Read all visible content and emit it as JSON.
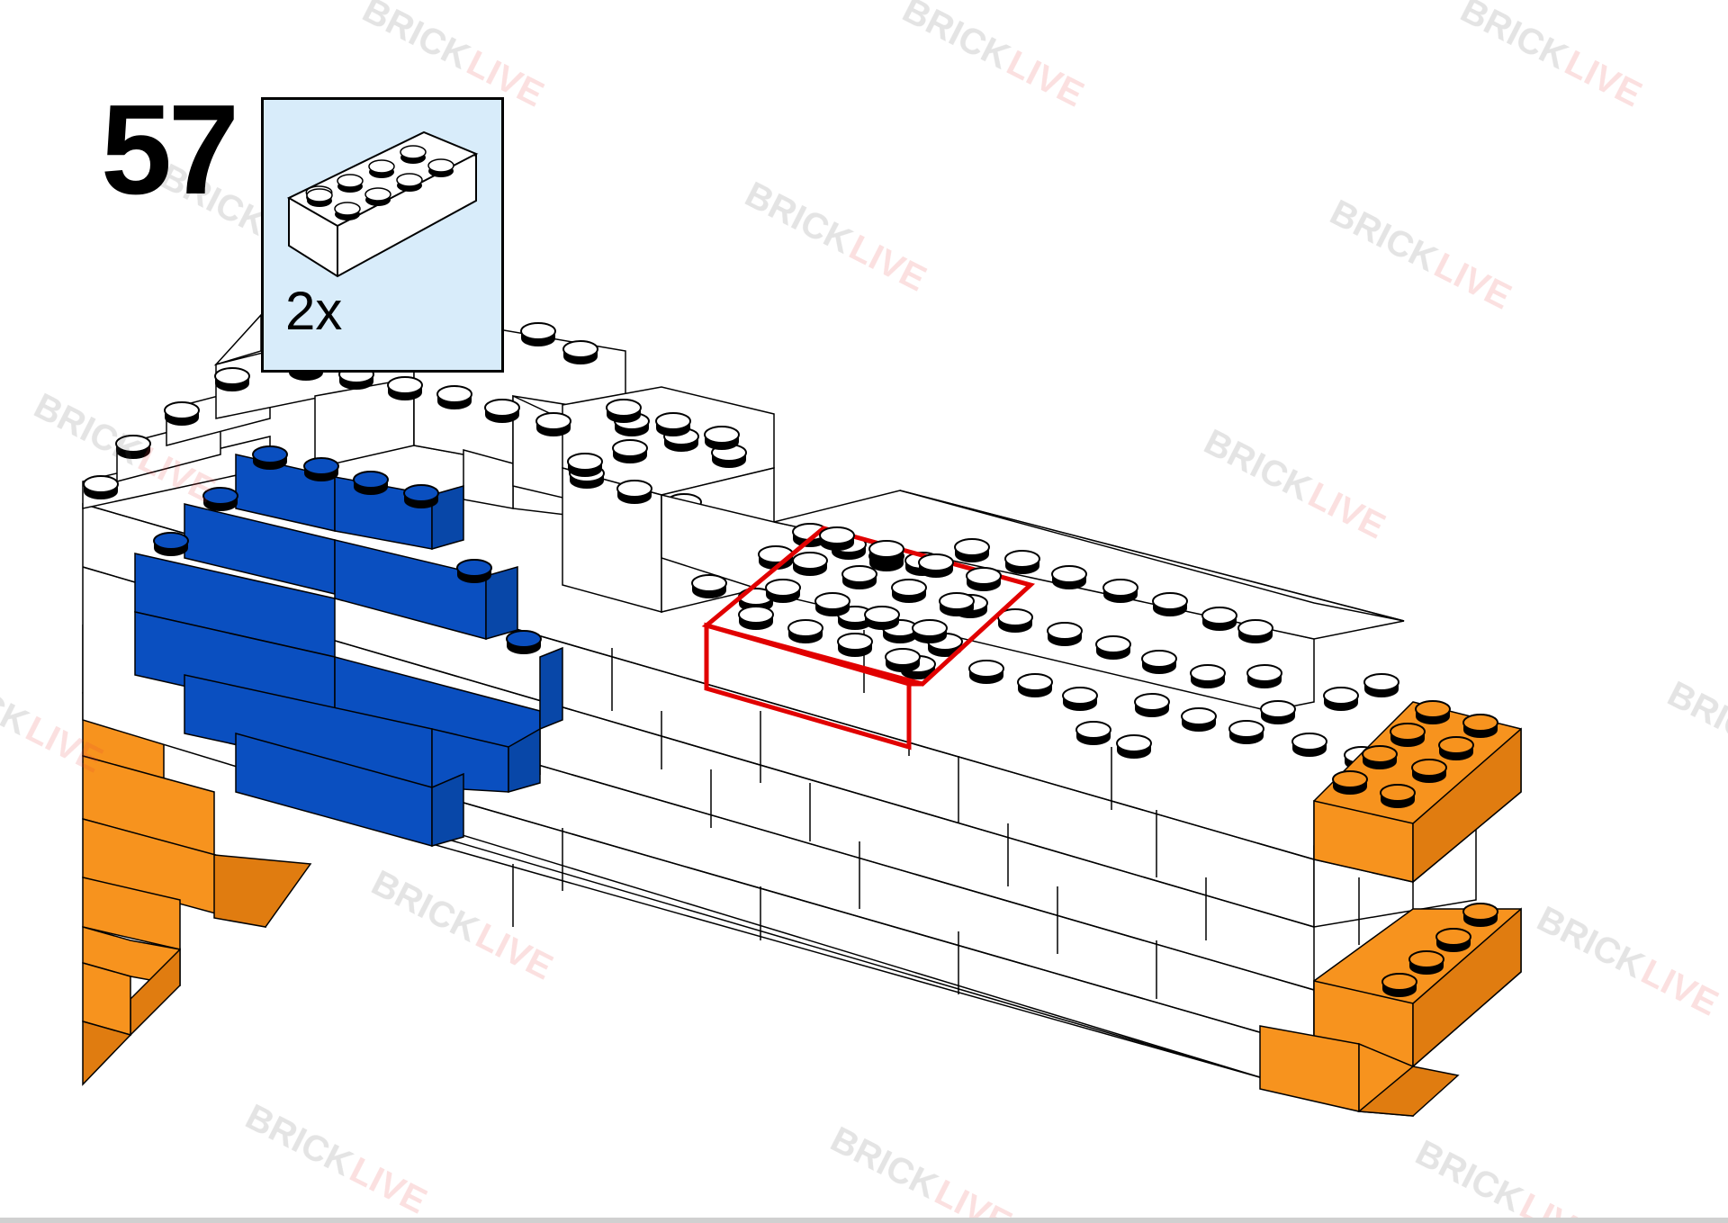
{
  "step": {
    "number": "57"
  },
  "parts": {
    "quantity": "2x",
    "brick_type": "2x4 white brick"
  },
  "colors": {
    "white_brick": "#ffffff",
    "blue_brick": "#0a4fc0",
    "orange_brick": "#f7931e",
    "highlight": "#e10000",
    "parts_box_bg": "#d8ecfa"
  },
  "watermark": {
    "part1": "BRICK",
    "part2": "LIVE"
  }
}
